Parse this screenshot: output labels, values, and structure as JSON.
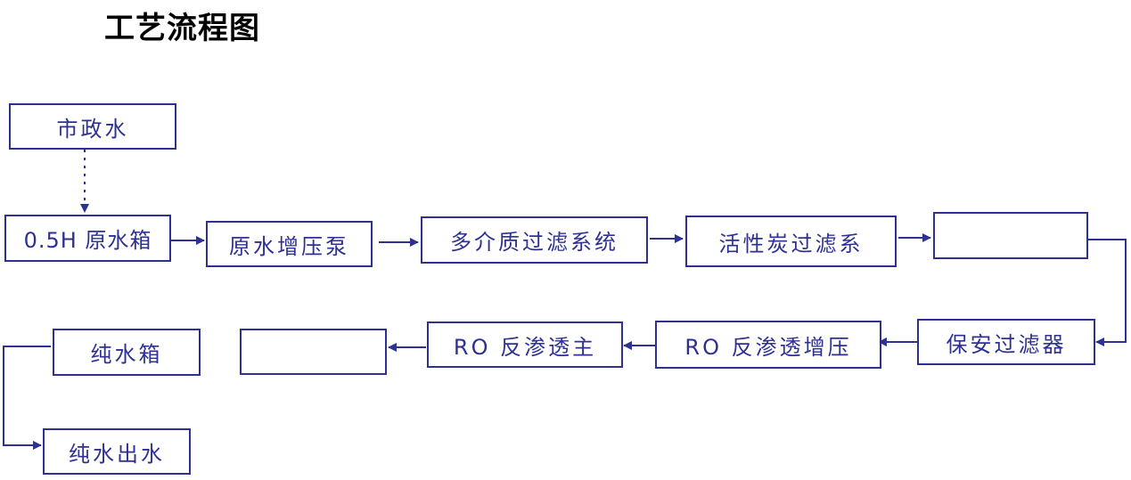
{
  "title": "工艺流程图",
  "colors": {
    "stroke": "#2e3192",
    "title": "#000000"
  },
  "nodes": {
    "municipal_water": "市政水",
    "raw_tank": "0.5H 原水箱",
    "raw_pump": "原水增压泵",
    "multimedia_filter": "多介质过滤系统",
    "carbon_filter": "活性炭过滤系",
    "blank_1": "",
    "security_filter": "保安过滤器",
    "ro_booster": "RO 反渗透增压",
    "ro_main": "RO 反渗透主",
    "blank_2": "",
    "pure_tank": "纯水箱",
    "pure_outlet": "纯水出水"
  }
}
